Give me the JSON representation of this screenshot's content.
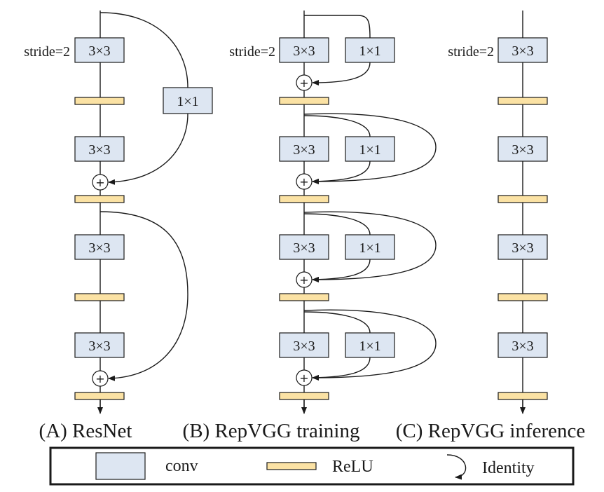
{
  "colors": {
    "conv_fill": "#dde6f2",
    "relu_fill": "#fbe2a4",
    "stroke": "#1a1a1a"
  },
  "labels": {
    "conv3": "3×3",
    "conv1": "1×1",
    "stride": "stride=2",
    "plus": "+"
  },
  "captions": {
    "resnet": "(A) ResNet",
    "repvgg_training": "(B) RepVGG training",
    "repvgg_inference": "(C) RepVGG inference"
  },
  "legend": {
    "conv": "conv",
    "relu": "ReLU",
    "identity": "Identity"
  }
}
